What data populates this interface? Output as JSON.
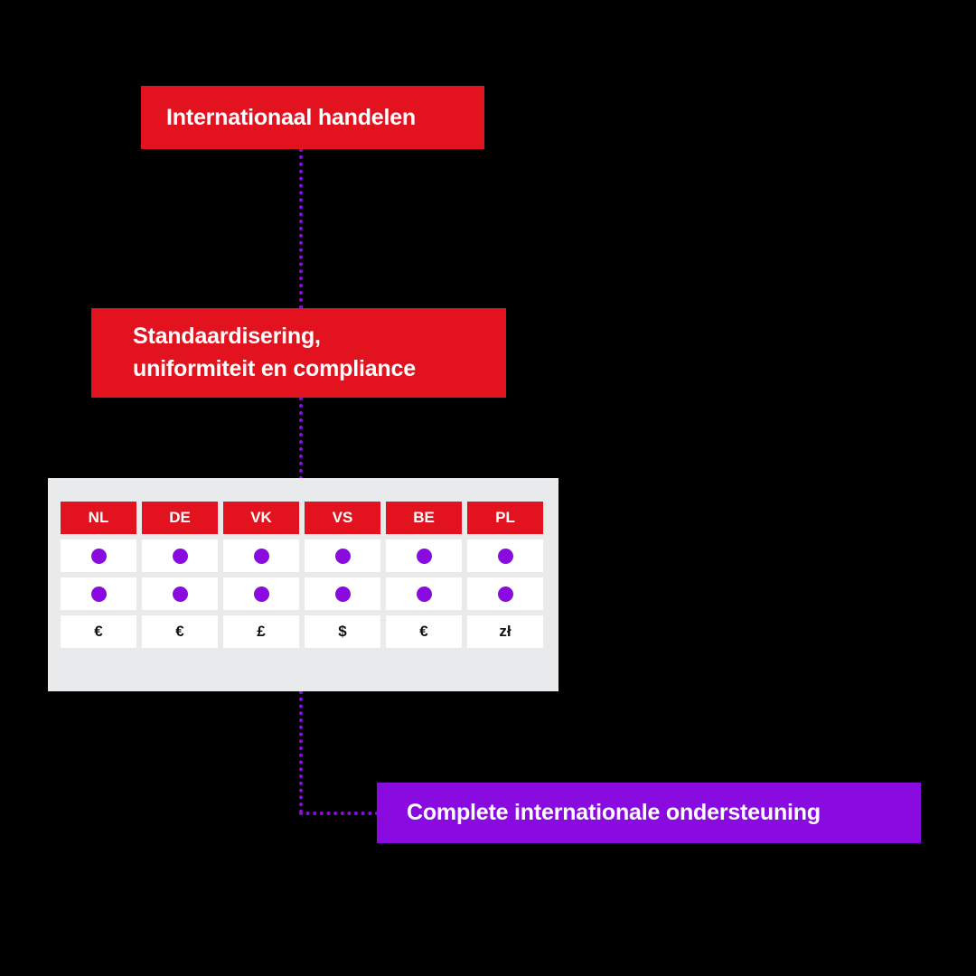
{
  "diagram": {
    "background_color": "#000000",
    "accent_red": "#E2131F",
    "accent_purple": "#8A0BE0",
    "panel_gray": "#E8EAEB"
  },
  "nodes": {
    "international": {
      "label": "Internationaal handelen",
      "color": "#E2131F"
    },
    "standardisation": {
      "label": "Standaardisering,\nuniformiteit en compliance",
      "color": "#E2131F"
    },
    "support": {
      "label": "Complete internationale ondersteuning",
      "color": "#8A0BE0"
    }
  },
  "matrix": {
    "headers": [
      "NL",
      "DE",
      "VK",
      "VS",
      "BE",
      "PL"
    ],
    "rows": [
      {
        "type": "status",
        "cells": [
          "dot",
          "dot",
          "dot",
          "dot",
          "dot",
          "dot"
        ]
      },
      {
        "type": "status",
        "cells": [
          "dot",
          "dot",
          "dot",
          "dot",
          "dot",
          "dot"
        ]
      },
      {
        "type": "currency",
        "cells": [
          "€",
          "€",
          "£",
          "$",
          "€",
          "zł"
        ]
      }
    ]
  },
  "connectors": {
    "top": "dotted-vertical",
    "middle": "dotted-vertical",
    "bottom": "dotted-elbow"
  }
}
